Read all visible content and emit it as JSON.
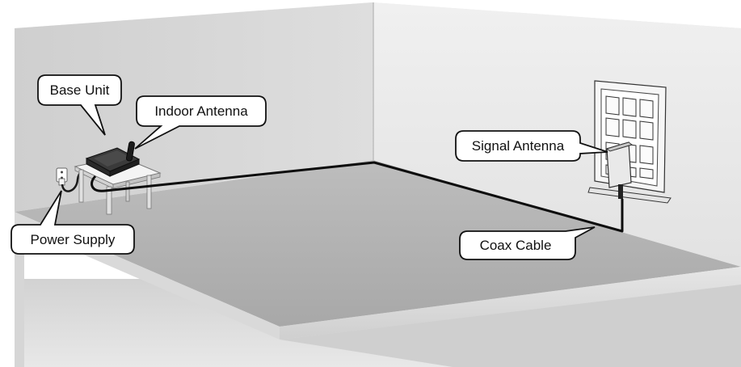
{
  "labels": {
    "base_unit": "Base Unit",
    "indoor_antenna": "Indoor Antenna",
    "signal_antenna": "Signal Antenna",
    "power_supply": "Power Supply",
    "coax_cable": "Coax Cable"
  }
}
